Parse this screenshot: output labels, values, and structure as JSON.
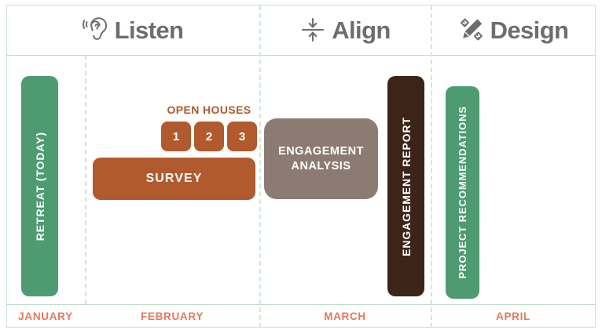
{
  "phases": [
    {
      "key": "listen",
      "label": "Listen",
      "icon": "ear-icon"
    },
    {
      "key": "align",
      "label": "Align",
      "icon": "align-vertical-icon"
    },
    {
      "key": "design",
      "label": "Design",
      "icon": "pencil-ruler-icon"
    }
  ],
  "months": [
    {
      "key": "january",
      "label": "JANUARY"
    },
    {
      "key": "february",
      "label": "FEBRUARY"
    },
    {
      "key": "march",
      "label": "MARCH"
    },
    {
      "key": "april",
      "label": "APRIL"
    }
  ],
  "bars": {
    "retreat": "RETREAT (TODAY)",
    "survey": "SURVEY",
    "analysis_line1": "ENGAGEMENT",
    "analysis_line2": "ANALYSIS",
    "report": "ENGAGEMENT REPORT",
    "recommendations": "PROJECT RECOMMENDATIONS"
  },
  "open_houses": {
    "label": "OPEN HOUSES",
    "items": [
      "1",
      "2",
      "3"
    ]
  },
  "colors": {
    "green": "#4e9b72",
    "sienna": "#b05a2e",
    "taupe": "#8c7b72",
    "dark_brown": "#3d2418",
    "month_text": "#e8775a",
    "phase_text": "#6d6d6d",
    "grid_line": "#bcdcc6"
  }
}
